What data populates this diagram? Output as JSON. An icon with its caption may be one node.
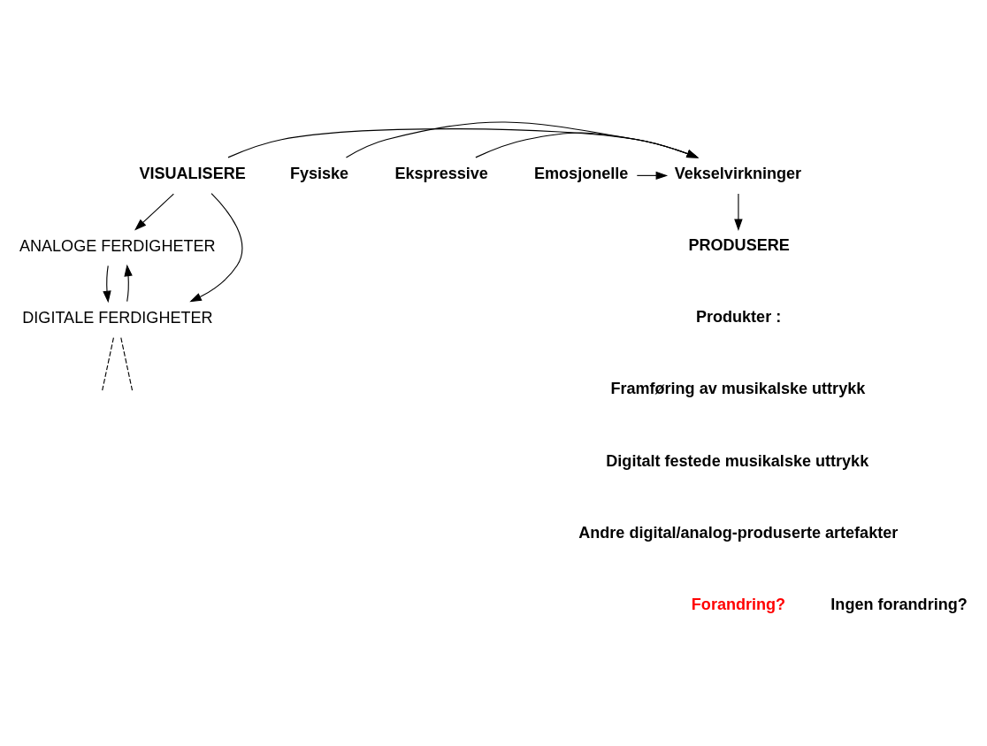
{
  "diagram": {
    "nodes": [
      {
        "text": [
          "VISUALISERE"
        ]
      },
      {
        "text": [
          "ANALOGE FERDIGHETER"
        ]
      },
      {
        "text": [
          "Vekselvirkninger"
        ]
      },
      {
        "text": [
          "DIGITALE FERDIGHETER"
        ]
      },
      {
        "text": [
          "Fysiske"
        ]
      },
      {
        "text": [
          "Ekspressive"
        ]
      },
      {
        "text": [
          "Emosjonelle"
        ]
      },
      {
        "text": [
          "PRODUSERE"
        ]
      }
    ],
    "edges": [
      {
        "from": 0,
        "to": 1,
        "arrow": "to"
      },
      {
        "from": 0,
        "to": 2,
        "arrow": "to"
      },
      {
        "from": 0,
        "to": 3,
        "arrow": "to"
      },
      {
        "from": 4,
        "to": 2,
        "arrow": "to"
      },
      {
        "from": 5,
        "to": 2,
        "arrow": "to"
      },
      {
        "from": 6,
        "to": 2,
        "arrow": "to"
      },
      {
        "from": 3,
        "to": 1,
        "arrow": "to"
      },
      {
        "from": 1,
        "to": 3,
        "arrow": "to"
      },
      {
        "from": 2,
        "to": 7,
        "arrow": "to"
      },
      {
        "from": 3,
        "to": null,
        "arrow": "none",
        "style": "dashed"
      },
      {
        "from": 3,
        "to": null,
        "arrow": "none",
        "style": "dashed"
      }
    ],
    "labels": [
      "Produkter :",
      "Framføring av musikalske uttrykk",
      "Digitalt festede musikalske uttrykk",
      "Andre digital/analog-produserte artefakter",
      "Forandring?",
      "Ingen forandring?"
    ]
  }
}
